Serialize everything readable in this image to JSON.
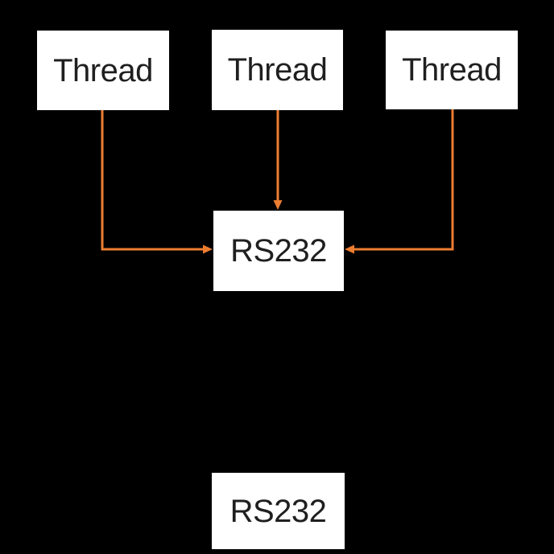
{
  "diagram": {
    "colors": {
      "background": "#000000",
      "node_fill": "#ffffff",
      "node_text": "#1f1f1f",
      "arrow": "#ED7D31"
    },
    "nodes": [
      {
        "id": "thread-left",
        "label": "Thread"
      },
      {
        "id": "thread-middle",
        "label": "Thread"
      },
      {
        "id": "thread-right",
        "label": "Thread"
      },
      {
        "id": "rs232-middle",
        "label": "RS232"
      },
      {
        "id": "rs232-bottom",
        "label": "RS232"
      }
    ],
    "edges": [
      {
        "from": "thread-left",
        "to": "rs232-middle",
        "shape": "elbow-down-right",
        "arrowhead": "right"
      },
      {
        "from": "thread-middle",
        "to": "rs232-middle",
        "shape": "straight-down",
        "arrowhead": "down"
      },
      {
        "from": "thread-right",
        "to": "rs232-middle",
        "shape": "elbow-down-left",
        "arrowhead": "left"
      }
    ]
  }
}
